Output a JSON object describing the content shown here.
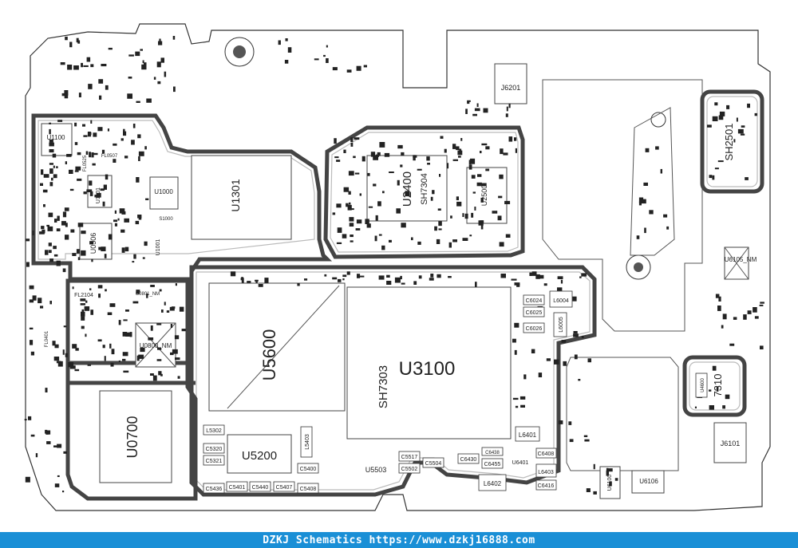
{
  "footer": {
    "text": "DZKJ Schematics https://www.dzkj16888.com"
  },
  "labels": {
    "u1100": "U1100",
    "u1301": "U1301",
    "u2400": "U2400",
    "sh7304": "SH7304",
    "u2500": "U2500",
    "u1000": "U1000",
    "u1101": "U1101",
    "u0506": "U0506",
    "u1001": "U1001",
    "s1000": "S1000",
    "fl0525": "FL0525",
    "fl0507": "FL0507",
    "j6201": "J6201",
    "u5600": "U5600",
    "u3100": "U3100",
    "sh7303": "SH7303",
    "u5200": "U5200",
    "u0700": "U0700",
    "u0800nm": "U0800_NM",
    "u0801nm": "U0801_NM",
    "fl2104": "FL2104",
    "fl0401": "FL0401",
    "u6105nm": "U6105_NM",
    "u6106": "U6106",
    "u6100": "U6100",
    "j6101": "J6101",
    "u5503": "U5503",
    "u6401": "U6401",
    "l6401": "L6401",
    "l6402": "L6402",
    "l6403": "L6403",
    "l6004": "L6004",
    "l6005": "L6005",
    "c6024": "C6024",
    "c6025": "C6025",
    "c6026": "C6026",
    "l5302": "L5302",
    "c5320": "C5320",
    "c5321": "C5321",
    "c5436": "C5436",
    "c5401": "C5401",
    "c5440": "C5440",
    "c5407": "C5407",
    "c5408": "C5408",
    "c5400": "C5400",
    "c5502": "C5502",
    "c5504": "C5504",
    "c5517": "C5517",
    "c6430": "C6430",
    "c6455": "C6455",
    "c6408": "C6408",
    "c6416": "C6416",
    "c6438": "C6438",
    "l5403": "L5403",
    "u4600": "U4600",
    "u7310": "7310",
    "sh2501": "SH2501"
  }
}
